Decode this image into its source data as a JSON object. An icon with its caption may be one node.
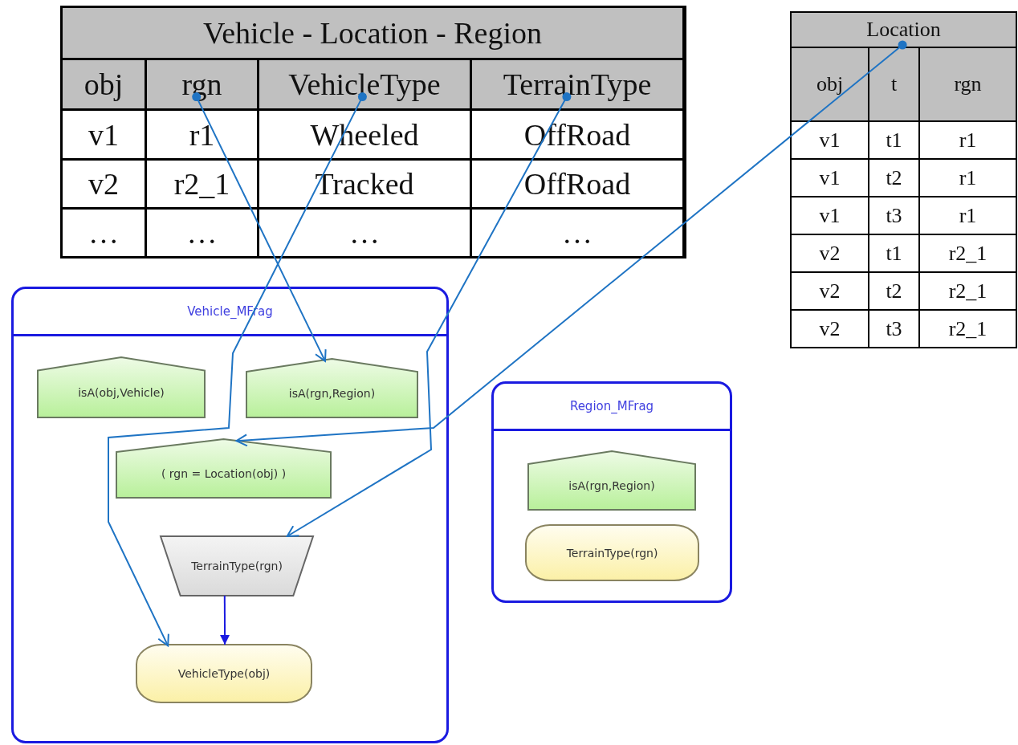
{
  "diagram": {
    "nodes": [
      {
        "text": [
          "Vehicle - Location - Region"
        ]
      },
      {
        "text": [
          "obj"
        ],
        "in": 0
      },
      {
        "text": [
          "rgn"
        ],
        "in": 0
      },
      {
        "text": [
          "VehicleType"
        ],
        "in": 0
      },
      {
        "text": [
          "TerrainType"
        ],
        "in": 0
      },
      {
        "text": [
          "Location"
        ]
      },
      {
        "text": [
          "Vehicle_MFrag"
        ]
      },
      {
        "text": [
          "isA(obj,Vehicle)"
        ],
        "in": 6
      },
      {
        "text": [
          "isA(rgn,Region)"
        ],
        "in": 6
      },
      {
        "text": [
          "( rgn = Location(obj) )"
        ],
        "in": 6
      },
      {
        "text": [
          "TerrainType(rgn)"
        ],
        "in": 6
      },
      {
        "text": [
          "VehicleType(obj)"
        ],
        "in": 6
      },
      {
        "text": [
          "Region_MFrag"
        ]
      },
      {
        "text": [
          "isA(rgn,Region)"
        ],
        "in": 12
      },
      {
        "text": [
          "TerrainType(rgn)"
        ],
        "in": 12
      }
    ],
    "edges": [
      {
        "from": 2,
        "to": 8,
        "arrow": "to"
      },
      {
        "from": 3,
        "to": 11,
        "arrow": "to"
      },
      {
        "from": 4,
        "to": 10,
        "arrow": "to"
      },
      {
        "from": 5,
        "to": 9,
        "arrow": "to"
      },
      {
        "from": 10,
        "to": 11,
        "arrow": "to",
        "color": "#1a1ae0"
      }
    ],
    "labels": [
      "v1",
      "r1",
      "Wheeled",
      "OffRoad",
      "v2",
      "r2_1",
      "Tracked",
      "OffRoad",
      "…",
      "…",
      "…",
      "…",
      "obj",
      "t",
      "rgn",
      "v1",
      "t1",
      "r1",
      "v1",
      "t2",
      "r1",
      "v1",
      "t3",
      "r1",
      "v2",
      "t1",
      "r2_1",
      "v2",
      "t2",
      "r2_1",
      "v2",
      "t3",
      "r2_1"
    ]
  }
}
